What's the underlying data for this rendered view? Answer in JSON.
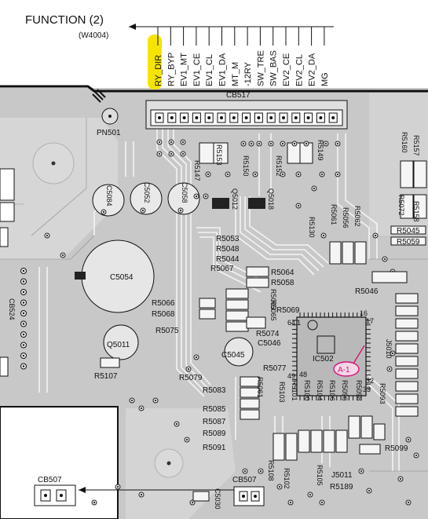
{
  "header": {
    "title": "FUNCTION (2)",
    "subtitle": "(W4004)"
  },
  "connector_pins": [
    "RY_DIR",
    "RY_BYP",
    "EV1_MT",
    "EV1_CE",
    "EV1_CL",
    "EV1_DA",
    "MT_M",
    "-12RY",
    "SW_TRE",
    "SW_BAS",
    "EV2_CE",
    "EV2_CL",
    "EV2_DA",
    "MG"
  ],
  "highlighted_pin": "RY_DIR",
  "highlight_color": "#f5e400",
  "connectors": {
    "cb517": "CB517",
    "cb507_left": "CB507",
    "cb507_right": "CB507",
    "cb524": "CB524"
  },
  "ic": {
    "name": "IC502",
    "pin64": "64",
    "pin1": "1",
    "pin16": "16",
    "pin17": "17",
    "pin49": "49",
    "pin48": "48",
    "pin32": "32",
    "pin33": "33"
  },
  "callout": {
    "text": "A-1",
    "color": "#d4147a"
  },
  "components": {
    "pn501": "PN501",
    "r5147": "R5147",
    "r5153": "R5153",
    "r5150": "R5150",
    "r5152": "R5152",
    "r5149": "R5149",
    "r5160": "R5160",
    "r5157": "R5157",
    "r5158": "R5158",
    "r5072": "R5072",
    "c5084": "C5084",
    "c5052": "C5052",
    "c5058": "C5058",
    "q5012": "Q5012",
    "q5018": "Q5018",
    "r5130": "R5130",
    "r5061": "R5061",
    "r5056": "R5056",
    "r5062": "R5062",
    "r5045": "R5045",
    "r5059": "R5059",
    "r5053": "R5053",
    "r5048": "R5048",
    "r5044": "R5044",
    "r5067": "R5067",
    "r5064": "R5064",
    "r5058": "R5058",
    "r5063": "R5063",
    "r5046": "R5046",
    "c5054": "C5054",
    "r5066": "R5066",
    "r5068": "R5068",
    "r5075": "R5075",
    "r5069": "R5069",
    "r5065": "R5065",
    "r5074": "R5074",
    "c5046": "C5046",
    "c5045": "C5045",
    "q5011": "Q5011",
    "r5107": "R5107",
    "r5079": "R5079",
    "r5077": "R5077",
    "r5083": "R5083",
    "r5061b": "R5061",
    "r5085": "R5085",
    "r5087": "R5087",
    "r5089": "R5089",
    "r5091": "R5091",
    "r5103": "R5103",
    "r5101": "R5101",
    "r5100": "R5100",
    "r5104": "R5104",
    "r5106": "R5106",
    "r5096": "R5096",
    "r5098": "R5098",
    "r5093": "R5093",
    "r5099": "R5099",
    "j5010": "J5010",
    "j5011": "J5011",
    "r5108": "R5108",
    "r5102": "R5102",
    "r5105": "R5105",
    "r5189": "R5189",
    "c5030": "C5030"
  }
}
